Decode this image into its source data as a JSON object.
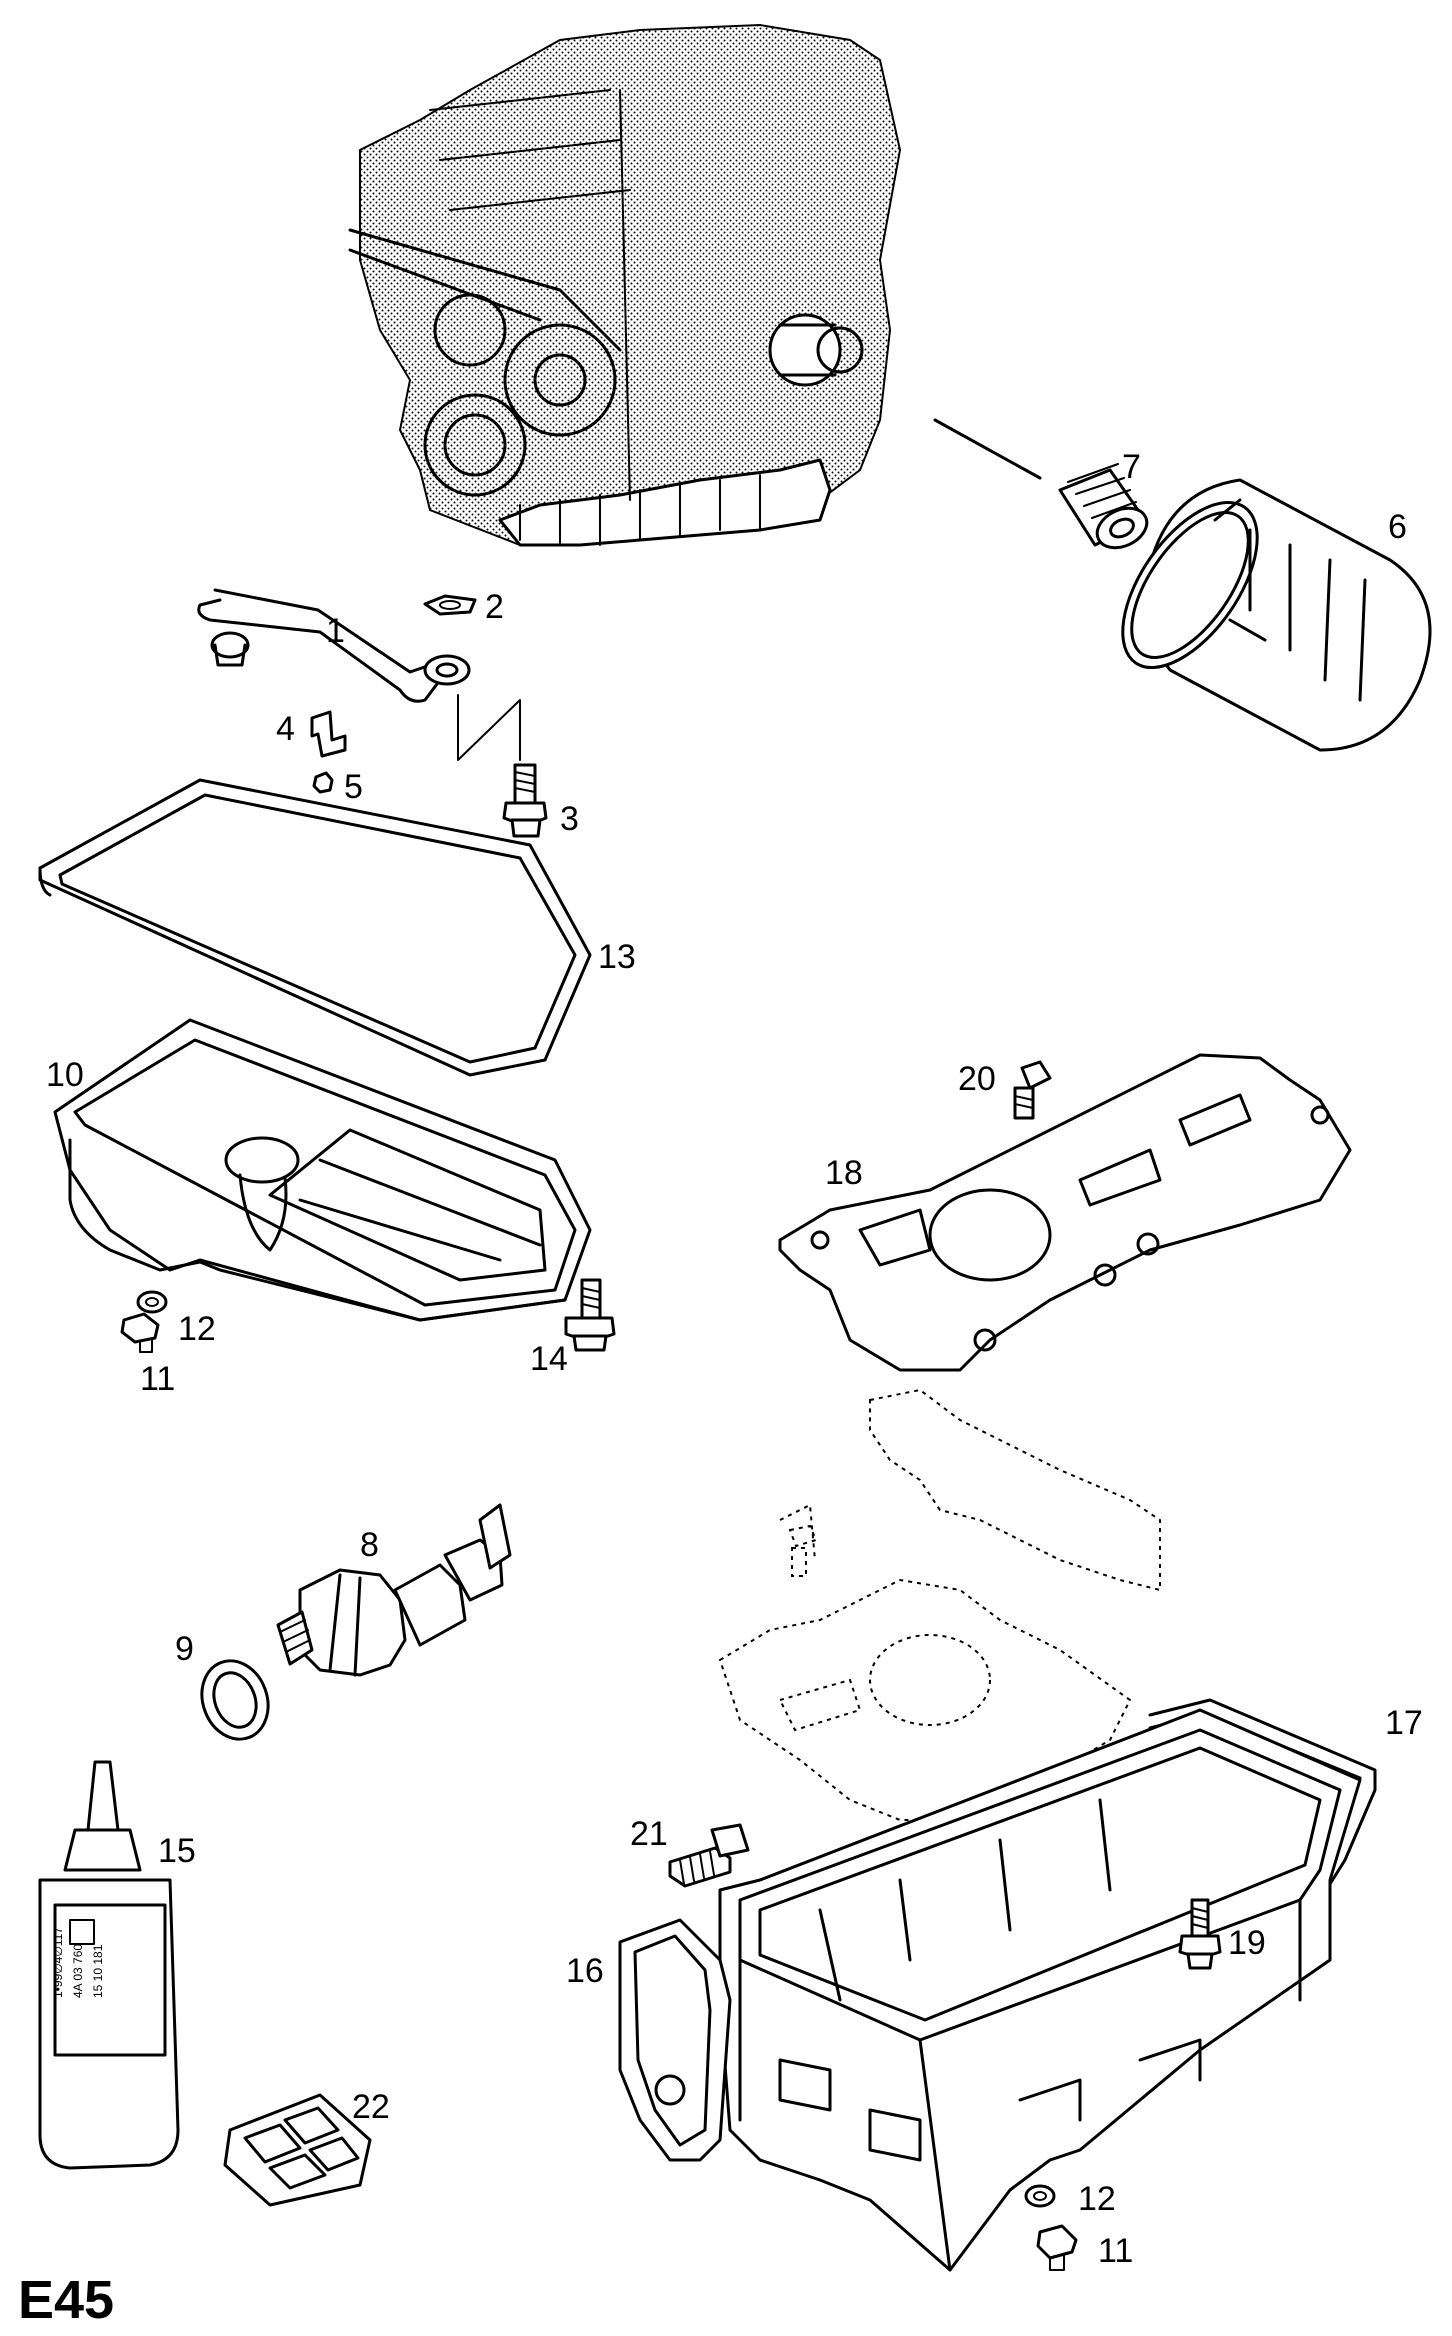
{
  "page_code": "E45",
  "callouts": {
    "c1": "1",
    "c2": "2",
    "c3": "3",
    "c4": "4",
    "c5": "5",
    "c6": "6",
    "c7": "7",
    "c8": "8",
    "c9": "9",
    "c10": "10",
    "c11a": "11",
    "c11b": "11",
    "c12a": "12",
    "c12b": "12",
    "c13": "13",
    "c14": "14",
    "c15": "15",
    "c16": "16",
    "c17": "17",
    "c18": "18",
    "c19": "19",
    "c20": "20",
    "c21": "21",
    "c22": "22"
  },
  "bottle_label": {
    "line1": "1•99∅4∅117",
    "line2": "4A 03 760",
    "line3": "15 10 181"
  }
}
